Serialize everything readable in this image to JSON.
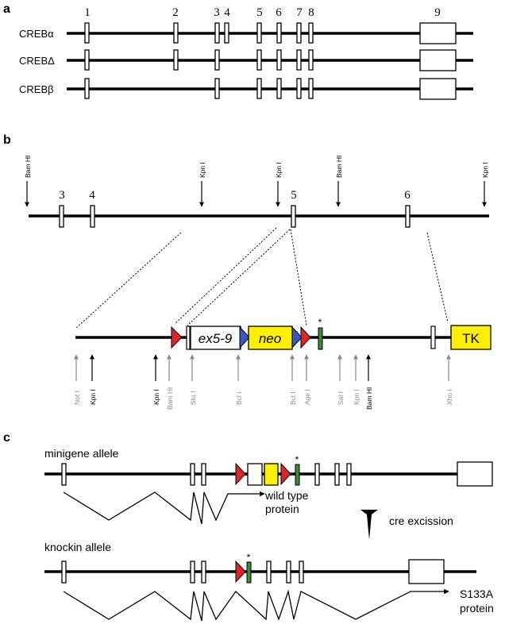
{
  "panel_a": {
    "letter": "a",
    "exon_numbers": [
      "1",
      "2",
      "3",
      "4",
      "5",
      "6",
      "7",
      "8",
      "9"
    ],
    "isoforms": [
      "CREBα",
      "CREBΔ",
      "CREBβ"
    ]
  },
  "panel_b": {
    "letter": "b",
    "exon_numbers": [
      "3",
      "4",
      "5",
      "6"
    ],
    "top_sites": [
      "Bam HI",
      "Kpn I",
      "Kpn I",
      "Bam HI",
      "Kpn I"
    ],
    "cassette_label": "ex5-9",
    "neo_label": "neo",
    "tk_label": "TK",
    "star": "*",
    "bottom_sites": [
      {
        "label": "Not I",
        "color": "gray"
      },
      {
        "label": "Kpn I",
        "color": "black"
      },
      {
        "label": "Kpn I",
        "color": "black"
      },
      {
        "label": "Bam HI",
        "color": "gray"
      },
      {
        "label": "Stu I",
        "color": "gray"
      },
      {
        "label": "Bcl I",
        "color": "gray"
      },
      {
        "label": "Bcl I",
        "color": "gray"
      },
      {
        "label": "Age I",
        "color": "gray"
      },
      {
        "label": "Sal I",
        "color": "gray"
      },
      {
        "label": "Kpn I",
        "color": "gray"
      },
      {
        "label": "Bam HI",
        "color": "black"
      },
      {
        "label": "Xho I",
        "color": "gray"
      }
    ]
  },
  "panel_c": {
    "letter": "c",
    "minigene_label": "minigene allele",
    "wild_type_line1": "wild type",
    "wild_type_line2": "protein",
    "cre_label": "cre excission",
    "knockin_label": "knockin allele",
    "s133a_line1": "S133A",
    "s133a_line2": "protein",
    "star": "*"
  },
  "colors": {
    "loxp_red": "#e0242b",
    "frt_blue": "#3a55c8",
    "neo_yellow": "#ffef00",
    "mutation_green": "#3f8a3a",
    "site_gray": "#8a8a8a"
  }
}
